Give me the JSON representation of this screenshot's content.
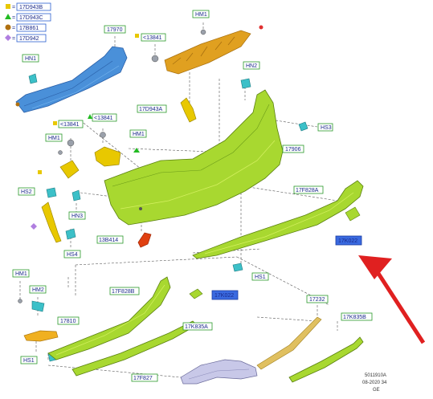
{
  "legend": [
    {
      "code": "17D943B",
      "symbol": "square",
      "color": "#e8c800"
    },
    {
      "code": "17D943C",
      "symbol": "triangle",
      "color": "#22bb22"
    },
    {
      "code": "17B861",
      "symbol": "circle",
      "color": "#b07010"
    },
    {
      "code": "17D942",
      "symbol": "diamond",
      "color": "#b07ee0"
    }
  ],
  "labels": {
    "c17970": "17970",
    "c13841a": "<13841",
    "hm1a": "HM1",
    "hn1": "HN1",
    "hn2": "HN2",
    "c17d943a": "17D943A",
    "c13841b": "<13841",
    "c13841c": "<13841",
    "hm1b": "HM1",
    "hm1c": "HM1",
    "hs3": "HS3",
    "c17906": "17906",
    "hs2": "HS2",
    "hn3": "HN3",
    "c17f828a": "17F828A",
    "c13b414": "13B414",
    "c17k022a": "17K022",
    "hs4": "HS4",
    "hs1a": "HS1",
    "hm1d": "HM1",
    "c17f828b": "17F828B",
    "hm2": "HM2",
    "c17k022b": "17K022",
    "c17232": "17232",
    "c17810": "17810",
    "c17k835a": "17K835A",
    "c17k835b": "17K835B",
    "hs1b": "HS1",
    "c17f827": "17F827"
  },
  "footer": {
    "ref": "5011910A",
    "date": "08-2020 34",
    "market": "GE"
  }
}
